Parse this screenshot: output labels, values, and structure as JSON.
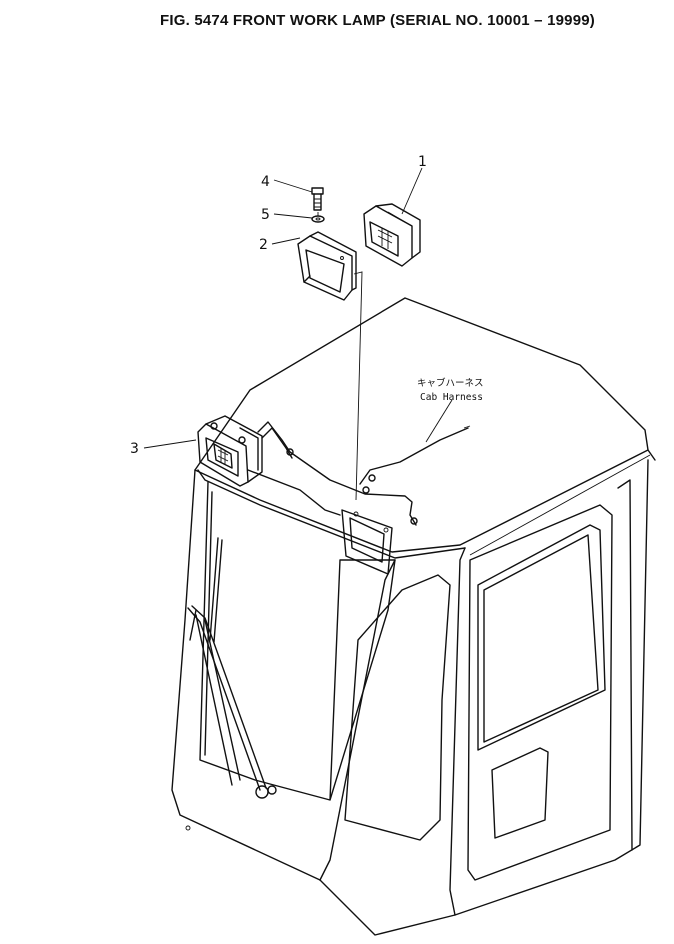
{
  "figure": {
    "title": "FIG. 5474  FRONT WORK LAMP (SERIAL NO. 10001 – 19999)"
  },
  "callouts": [
    {
      "id": "1"
    },
    {
      "id": "2"
    },
    {
      "id": "3"
    },
    {
      "id": "4"
    },
    {
      "id": "5"
    }
  ],
  "annotations": {
    "cab_harness_jp": "キャブハーネス",
    "cab_harness_en": "Cab Harness"
  }
}
